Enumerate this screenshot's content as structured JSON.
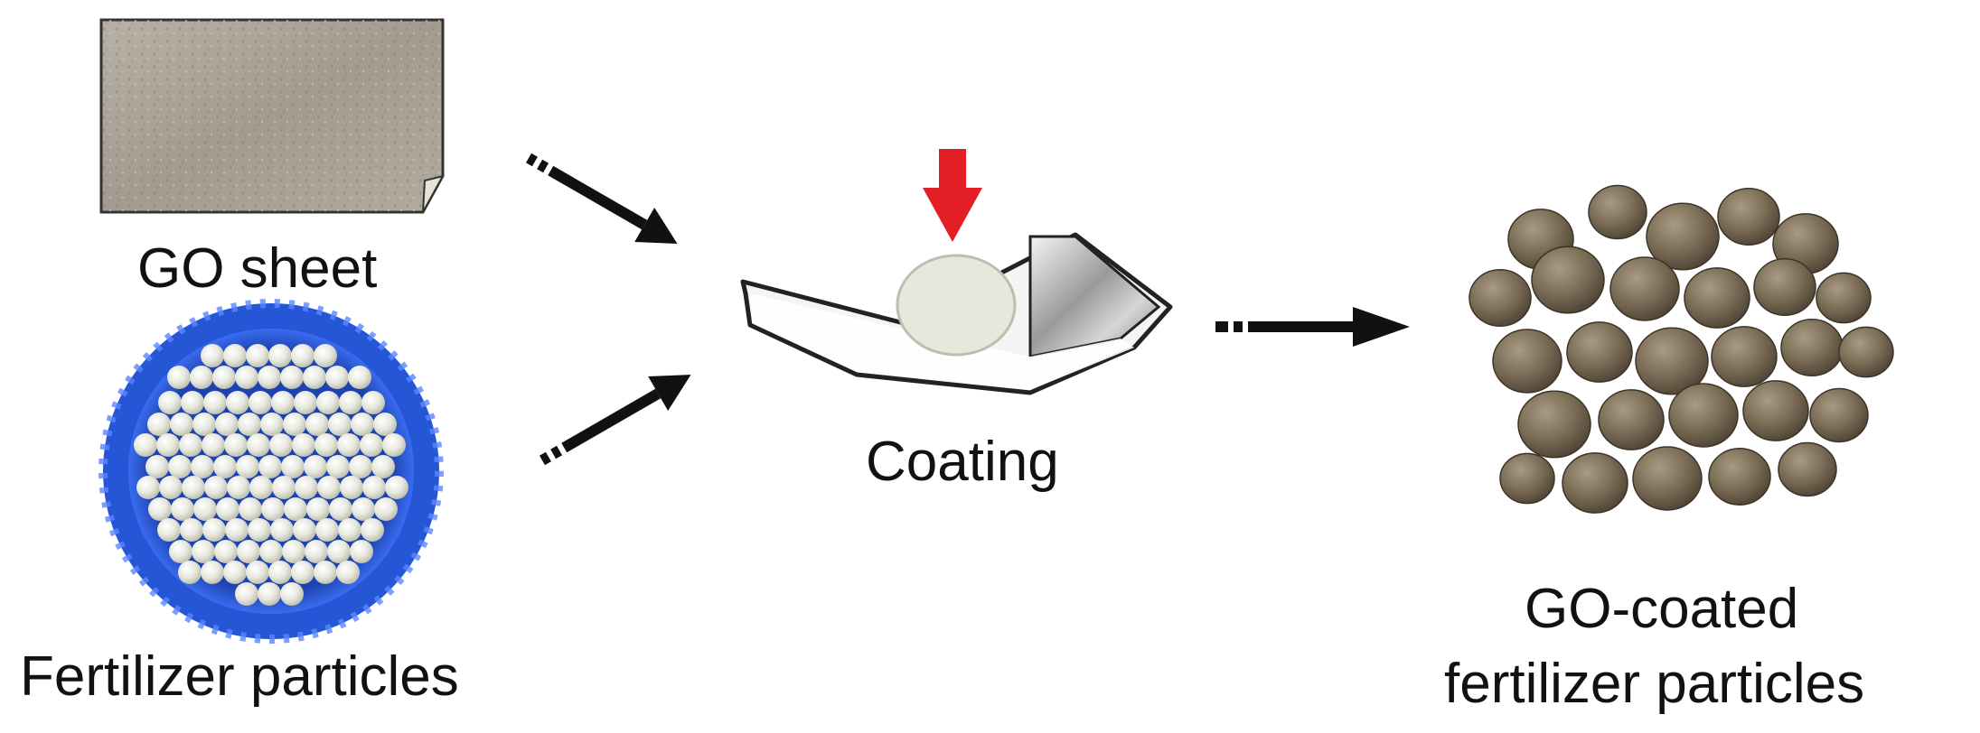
{
  "labels": {
    "go_sheet": "GO sheet",
    "fertilizer": "Fertilizer particles",
    "coating": "Coating",
    "product_line1": "GO-coated",
    "product_line2": "fertilizer particles"
  },
  "colors": {
    "arrow": "#111111",
    "press_arrow": "#e31e24",
    "go_sheet": "#a79f93",
    "cap_blue": "#2456d6",
    "fertilizer_bead": "#e9eadf",
    "coated_particle": "#7a6b55"
  }
}
